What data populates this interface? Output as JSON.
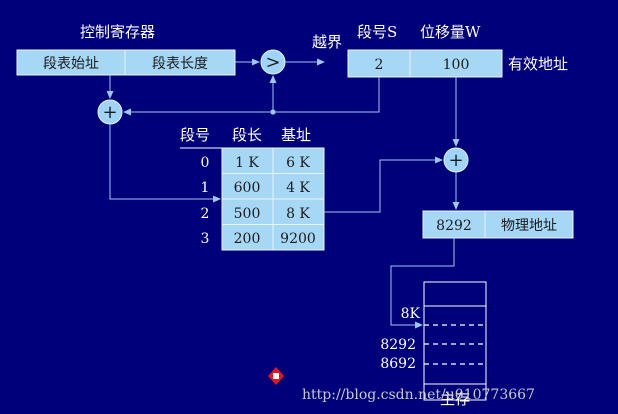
{
  "colors": {
    "background": "#00007b",
    "box_fill": "#a6d7f5",
    "arrow": "#9cc8f0",
    "text": "#ffffff"
  },
  "control_register": {
    "title": "控制寄存器",
    "seg_table_start": "段表始址",
    "seg_table_length": "段表长度"
  },
  "comparator": {
    "symbol": ">",
    "out_of_bounds": "越界"
  },
  "adder_symbol": "+",
  "logical_address": {
    "seg_label": "段号S",
    "offset_label": "位移量W",
    "seg_value": "2",
    "offset_value": "100",
    "caption": "有效地址"
  },
  "segment_table": {
    "headers": [
      "段号",
      "段长",
      "基址"
    ],
    "rows": [
      {
        "seg": "0",
        "length": "1 K",
        "base": "6 K"
      },
      {
        "seg": "1",
        "length": "600",
        "base": "4 K"
      },
      {
        "seg": "2",
        "length": "500",
        "base": "8 K"
      },
      {
        "seg": "3",
        "length": "200",
        "base": "9200"
      }
    ]
  },
  "physical_address": {
    "value": "8292",
    "caption": "物理地址"
  },
  "memory": {
    "marks": [
      "8K",
      "8292",
      "8692"
    ],
    "caption": "主存"
  },
  "watermark": "http://blog.csdn.net/u010773667"
}
